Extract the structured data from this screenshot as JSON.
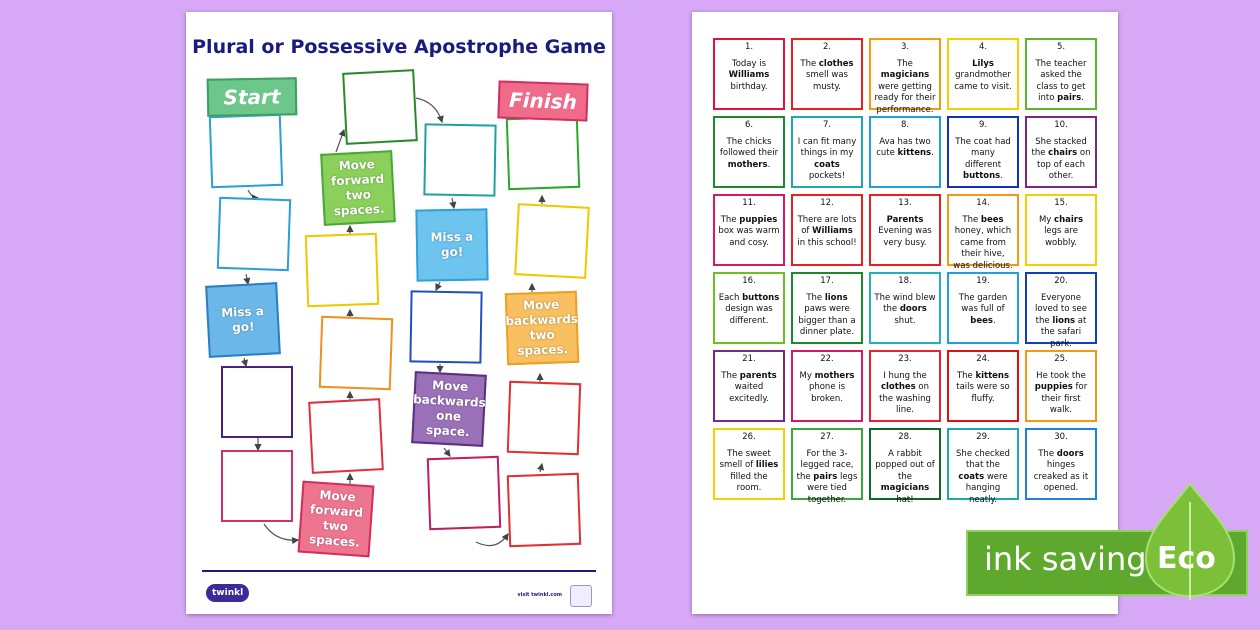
{
  "board": {
    "title": "Plural or Possessive Apostrophe Game",
    "start": "Start",
    "finish": "Finish",
    "spaces": [
      {
        "color": "#2a9fd8",
        "label": ""
      },
      {
        "color": "#2a9fd8",
        "label": ""
      },
      {
        "color": "#2a7fc8",
        "fill": "#6bb8e8",
        "label": "Miss a go!"
      },
      {
        "color": "#4a2080",
        "label": ""
      },
      {
        "color": "#d0306a",
        "label": ""
      },
      {
        "color": "#d0305a",
        "fill": "#ee7590",
        "label": "Move forward two spaces."
      },
      {
        "color": "#e03040",
        "label": ""
      },
      {
        "color": "#f09020",
        "label": ""
      },
      {
        "color": "#f0c800",
        "label": ""
      },
      {
        "color": "#4aa83a",
        "fill": "#8ad05a",
        "label": "Move forward two spaces."
      },
      {
        "color": "#2a8a2a",
        "label": ""
      },
      {
        "color": "#20a0a0",
        "label": ""
      },
      {
        "color": "#30a0d8",
        "fill": "#6cc4ef",
        "label": "Miss a go!"
      },
      {
        "color": "#2050c0",
        "label": ""
      },
      {
        "color": "#5a3080",
        "fill": "#9a70b8",
        "label": "Move backwards one space."
      },
      {
        "color": "#c02060",
        "label": ""
      },
      {
        "color": "#e03030",
        "label": ""
      },
      {
        "color": "#e03030",
        "label": ""
      },
      {
        "color": "#f0a020",
        "fill": "#f8c060",
        "label": "Move backwards two spaces."
      },
      {
        "color": "#f0c800",
        "label": ""
      },
      {
        "color": "#2aa82a",
        "label": ""
      }
    ],
    "footer": {
      "logo": "twinkl",
      "visit": "visit twinkl.com"
    }
  },
  "cards": [
    {
      "n": "1.",
      "color": "#e8103a",
      "text": [
        {
          "t": "Today is "
        },
        {
          "t": "Williams",
          "b": true
        },
        {
          "t": " birthday."
        }
      ]
    },
    {
      "n": "2.",
      "color": "#e82020",
      "text": [
        {
          "t": "The "
        },
        {
          "t": "clothes",
          "b": true
        },
        {
          "t": " smell was musty."
        }
      ]
    },
    {
      "n": "3.",
      "color": "#f59a10",
      "text": [
        {
          "t": "The "
        },
        {
          "t": "magicians",
          "b": true
        },
        {
          "t": " were getting ready for their performance."
        }
      ]
    },
    {
      "n": "4.",
      "color": "#f5d000",
      "text": [
        {
          "t": "Lilys",
          "b": true
        },
        {
          "t": " grandmother came to visit."
        }
      ]
    },
    {
      "n": "5.",
      "color": "#5cb82a",
      "text": [
        {
          "t": "The teacher asked the class to get into "
        },
        {
          "t": "pairs",
          "b": true
        },
        {
          "t": "."
        }
      ]
    },
    {
      "n": "6.",
      "color": "#1a8a2a",
      "text": [
        {
          "t": "The chicks followed their "
        },
        {
          "t": "mothers",
          "b": true
        },
        {
          "t": "."
        }
      ]
    },
    {
      "n": "7.",
      "color": "#20a8b0",
      "text": [
        {
          "t": "I can fit many things in my "
        },
        {
          "t": "coats",
          "b": true
        },
        {
          "t": " pockets!"
        }
      ]
    },
    {
      "n": "8.",
      "color": "#20a0e0",
      "text": [
        {
          "t": "Ava has two cute "
        },
        {
          "t": "kittens",
          "b": true
        },
        {
          "t": "."
        }
      ]
    },
    {
      "n": "9.",
      "color": "#1030c0",
      "text": [
        {
          "t": "The coat had many different "
        },
        {
          "t": "buttons",
          "b": true
        },
        {
          "t": "."
        }
      ]
    },
    {
      "n": "10.",
      "color": "#7a2a80",
      "text": [
        {
          "t": "She stacked the "
        },
        {
          "t": "chairs",
          "b": true
        },
        {
          "t": " on top of each other."
        }
      ]
    },
    {
      "n": "11.",
      "color": "#d81860",
      "text": [
        {
          "t": "The "
        },
        {
          "t": "puppies",
          "b": true
        },
        {
          "t": " box was warm and cosy."
        }
      ]
    },
    {
      "n": "12.",
      "color": "#e82020",
      "text": [
        {
          "t": "There are lots of "
        },
        {
          "t": "Williams",
          "b": true
        },
        {
          "t": " in this school!"
        }
      ]
    },
    {
      "n": "13.",
      "color": "#e82020",
      "text": [
        {
          "t": "Parents",
          "b": true
        },
        {
          "t": " Evening was very busy."
        }
      ]
    },
    {
      "n": "14.",
      "color": "#f59a10",
      "text": [
        {
          "t": "The "
        },
        {
          "t": "bees",
          "b": true
        },
        {
          "t": " honey, which came from their hive, was delicious."
        }
      ]
    },
    {
      "n": "15.",
      "color": "#f5d000",
      "text": [
        {
          "t": "My "
        },
        {
          "t": "chairs",
          "b": true
        },
        {
          "t": " legs are wobbly."
        }
      ]
    },
    {
      "n": "16.",
      "color": "#6cc020",
      "text": [
        {
          "t": "Each "
        },
        {
          "t": "buttons",
          "b": true
        },
        {
          "t": " design was different."
        }
      ]
    },
    {
      "n": "17.",
      "color": "#1a8a2a",
      "text": [
        {
          "t": "The "
        },
        {
          "t": "lions",
          "b": true
        },
        {
          "t": " paws were bigger than a dinner plate."
        }
      ]
    },
    {
      "n": "18.",
      "color": "#20b0c0",
      "text": [
        {
          "t": "The wind blew the "
        },
        {
          "t": "doors",
          "b": true
        },
        {
          "t": " shut."
        }
      ]
    },
    {
      "n": "19.",
      "color": "#20a0e0",
      "text": [
        {
          "t": "The garden was full of "
        },
        {
          "t": "bees",
          "b": true
        },
        {
          "t": "."
        }
      ]
    },
    {
      "n": "20.",
      "color": "#1040c0",
      "text": [
        {
          "t": "Everyone loved to see the "
        },
        {
          "t": "lions",
          "b": true
        },
        {
          "t": " at the safari park."
        }
      ]
    },
    {
      "n": "21.",
      "color": "#7a2a80",
      "text": [
        {
          "t": "The "
        },
        {
          "t": "parents",
          "b": true
        },
        {
          "t": " waited excitedly."
        }
      ]
    },
    {
      "n": "22.",
      "color": "#d81860",
      "text": [
        {
          "t": "My "
        },
        {
          "t": "mothers",
          "b": true
        },
        {
          "t": " phone is broken."
        }
      ]
    },
    {
      "n": "23.",
      "color": "#e82030",
      "text": [
        {
          "t": "I hung the "
        },
        {
          "t": "clothes",
          "b": true
        },
        {
          "t": " on the washing line."
        }
      ]
    },
    {
      "n": "24.",
      "color": "#e01010",
      "text": [
        {
          "t": "The "
        },
        {
          "t": "kittens",
          "b": true
        },
        {
          "t": " tails were so fluffy."
        }
      ]
    },
    {
      "n": "25.",
      "color": "#f59a10",
      "text": [
        {
          "t": "He took the "
        },
        {
          "t": "puppies",
          "b": true
        },
        {
          "t": " for their first walk."
        }
      ]
    },
    {
      "n": "26.",
      "color": "#f5d000",
      "text": [
        {
          "t": "The sweet smell of "
        },
        {
          "t": "lilies",
          "b": true
        },
        {
          "t": " filled the room."
        }
      ]
    },
    {
      "n": "27.",
      "color": "#3aa83a",
      "text": [
        {
          "t": "For the 3-legged race, the "
        },
        {
          "t": "pairs",
          "b": true
        },
        {
          "t": " legs were tied together."
        }
      ]
    },
    {
      "n": "28.",
      "color": "#0a6a2a",
      "text": [
        {
          "t": "A rabbit popped out of the "
        },
        {
          "t": "magicians",
          "b": true
        },
        {
          "t": " hat!"
        }
      ]
    },
    {
      "n": "29.",
      "color": "#20a8b0",
      "text": [
        {
          "t": "She checked that the "
        },
        {
          "t": "coats",
          "b": true
        },
        {
          "t": " were hanging neatly."
        }
      ]
    },
    {
      "n": "30.",
      "color": "#2080e0",
      "text": [
        {
          "t": "The "
        },
        {
          "t": "doors",
          "b": true
        },
        {
          "t": " hinges creaked as it opened."
        }
      ]
    }
  ],
  "eco": {
    "text": "ink saving",
    "badge": "Eco",
    "color": "#5fa82e"
  }
}
